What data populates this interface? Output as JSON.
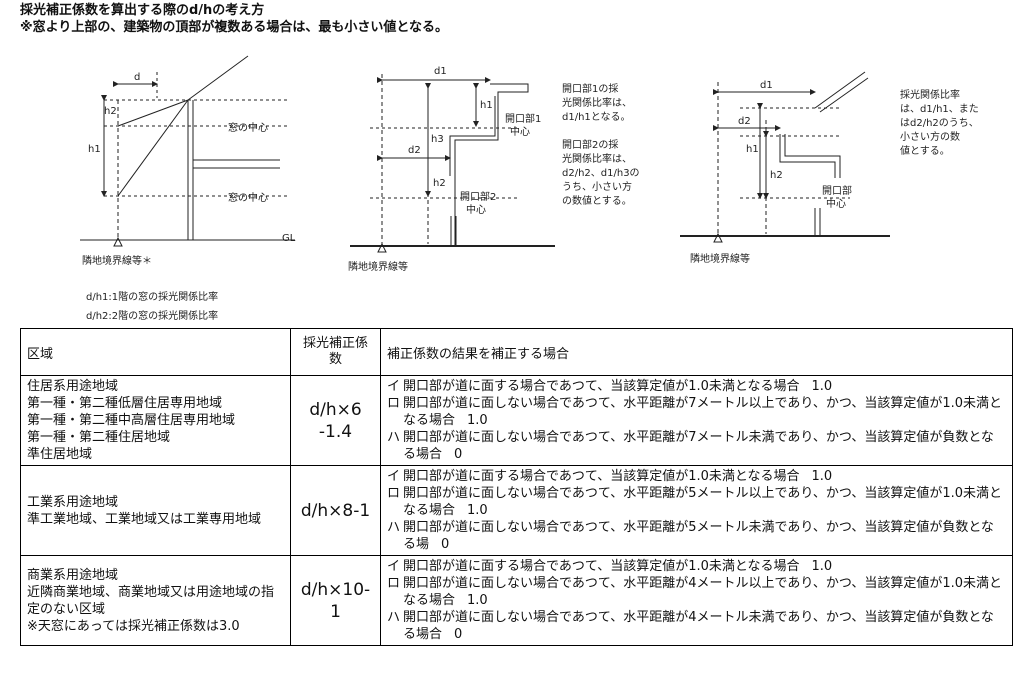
{
  "header": {
    "title": "採光補正係数を算出する際のd/hの考え方",
    "subtitle": "※窓より上部の、建築物の頂部が複数ある場合は、最も小さい値となる。"
  },
  "figure1": {
    "label_d": "d",
    "label_h1": "h1",
    "label_h2": "h2",
    "window_center_1": "窓の中心",
    "window_center_2": "窓の中心",
    "gl": "GL",
    "boundary": "隣地境界線等＊",
    "note1": "d/h1:1階の窓の採光関係比率",
    "note2": "d/h2:2階の窓の採光関係比率"
  },
  "figure2": {
    "label_d1": "d1",
    "label_d2": "d2",
    "label_h1": "h1",
    "label_h2": "h2",
    "label_h3": "h3",
    "opening1": [
      "開口部1",
      "中心"
    ],
    "opening2": [
      "開口部2",
      "中心"
    ],
    "boundary": "隣地境界線等",
    "desc1": [
      "開口部1の採",
      "光関係比率は、",
      "d1/h1となる。"
    ],
    "desc2": [
      "開口部2の採",
      "光関係比率は、",
      "d2/h2、d1/h3の",
      "うち、小さい方",
      "の数値とする。"
    ]
  },
  "figure3": {
    "label_d1": "d1",
    "label_d2": "d2",
    "label_h1": "h1",
    "label_h2": "h2",
    "opening": [
      "開口部",
      "中心"
    ],
    "boundary": "隣地境界線等",
    "desc": [
      "採光関係比率",
      "は、d1/h1、また",
      "はd2/h2のうち、",
      "小さい方の数",
      "値とする。"
    ]
  },
  "table": {
    "headers": [
      "区域",
      "採光補正係数",
      "補正係数の結果を補正する場合"
    ],
    "rows": [
      {
        "area": [
          "住居系用途地域",
          "第一種・第二種低層住居専用地域",
          "第一種・第二種中高層住居専用地域",
          "第一種・第二種住居地域",
          "準住居地域"
        ],
        "coef": [
          "d/h×6",
          "-1.4"
        ],
        "conds": [
          {
            "k": "イ",
            "t": "開口部が道に面する場合であつて、当該算定値が1.0未満となる場合",
            "v": "1.0"
          },
          {
            "k": "ロ",
            "t": "開口部が道に面しない場合であつて、水平距離が7メートル以上であり、かつ、当該算定値が1.0未満となる場合",
            "v": "1.0"
          },
          {
            "k": "ハ",
            "t": "開口部が道に面しない場合であつて、水平距離が7メートル未満であり、かつ、当該算定値が負数となる場合",
            "v": "0"
          }
        ]
      },
      {
        "area": [
          "工業系用途地域",
          "準工業地域、工業地域又は工業専用地域"
        ],
        "coef": [
          "d/h×8-1"
        ],
        "conds": [
          {
            "k": "イ",
            "t": "開口部が道に面する場合であつて、当該算定値が1.0未満となる場合",
            "v": "1.0"
          },
          {
            "k": "ロ",
            "t": "開口部が道に面しない場合であつて、水平距離が5メートル以上であり、かつ、当該算定値が1.0未満となる場合",
            "v": "1.0"
          },
          {
            "k": "ハ",
            "t": "開口部が道に面しない場合であつて、水平距離が5メートル未満であり、かつ、当該算定値が負数となる場",
            "v": "0"
          }
        ]
      },
      {
        "area": [
          "商業系用途地域",
          "近隣商業地域、商業地域又は用途地域の指定のない区域",
          "※天窓にあっては採光補正係数は3.0"
        ],
        "coef": [
          "d/h×10-1"
        ],
        "conds": [
          {
            "k": "イ",
            "t": "開口部が道に面する場合であつて、当該算定値が1.0未満となる場合",
            "v": "1.0"
          },
          {
            "k": "ロ",
            "t": "開口部が道に面しない場合であつて、水平距離が4メートル以上であり、かつ、当該算定値が1.0未満となる場合",
            "v": "1.0"
          },
          {
            "k": "ハ",
            "t": "開口部が道に面しない場合であつて、水平距離が4メートル未満であり、かつ、当該算定値が負数となる場合",
            "v": "0"
          }
        ]
      }
    ]
  }
}
